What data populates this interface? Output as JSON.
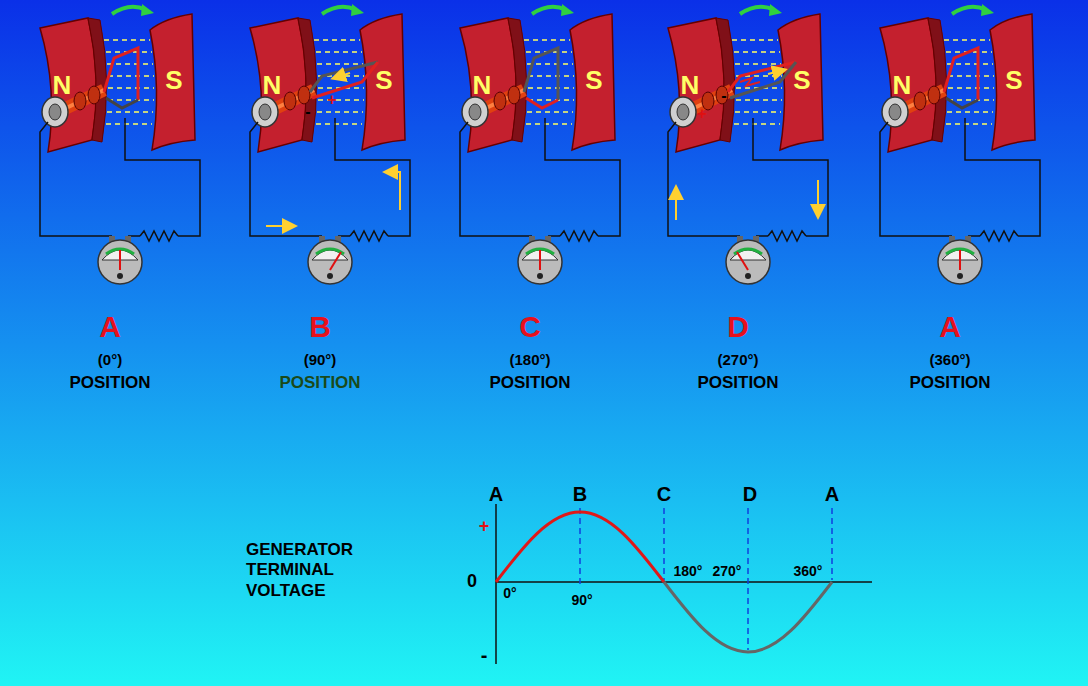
{
  "diagram": {
    "labels": [
      "N",
      "S",
      "A",
      "(0°)",
      "POSITION",
      "N",
      "S",
      "B",
      "(90°)",
      "+",
      "-",
      "POSITION",
      "N",
      "S",
      "C",
      "(180°)",
      "POSITION",
      "N",
      "S",
      "D",
      "(270°)",
      "-",
      "+",
      "POSITION",
      "N",
      "S",
      "A",
      "(360°)",
      "POSITION",
      "A",
      "B",
      "C",
      "D",
      "A",
      "+",
      "0",
      "-",
      "0°",
      "90°",
      "180°",
      "270°",
      "360°",
      "GENERATOR TERMINAL VOLTAGE"
    ]
  }
}
